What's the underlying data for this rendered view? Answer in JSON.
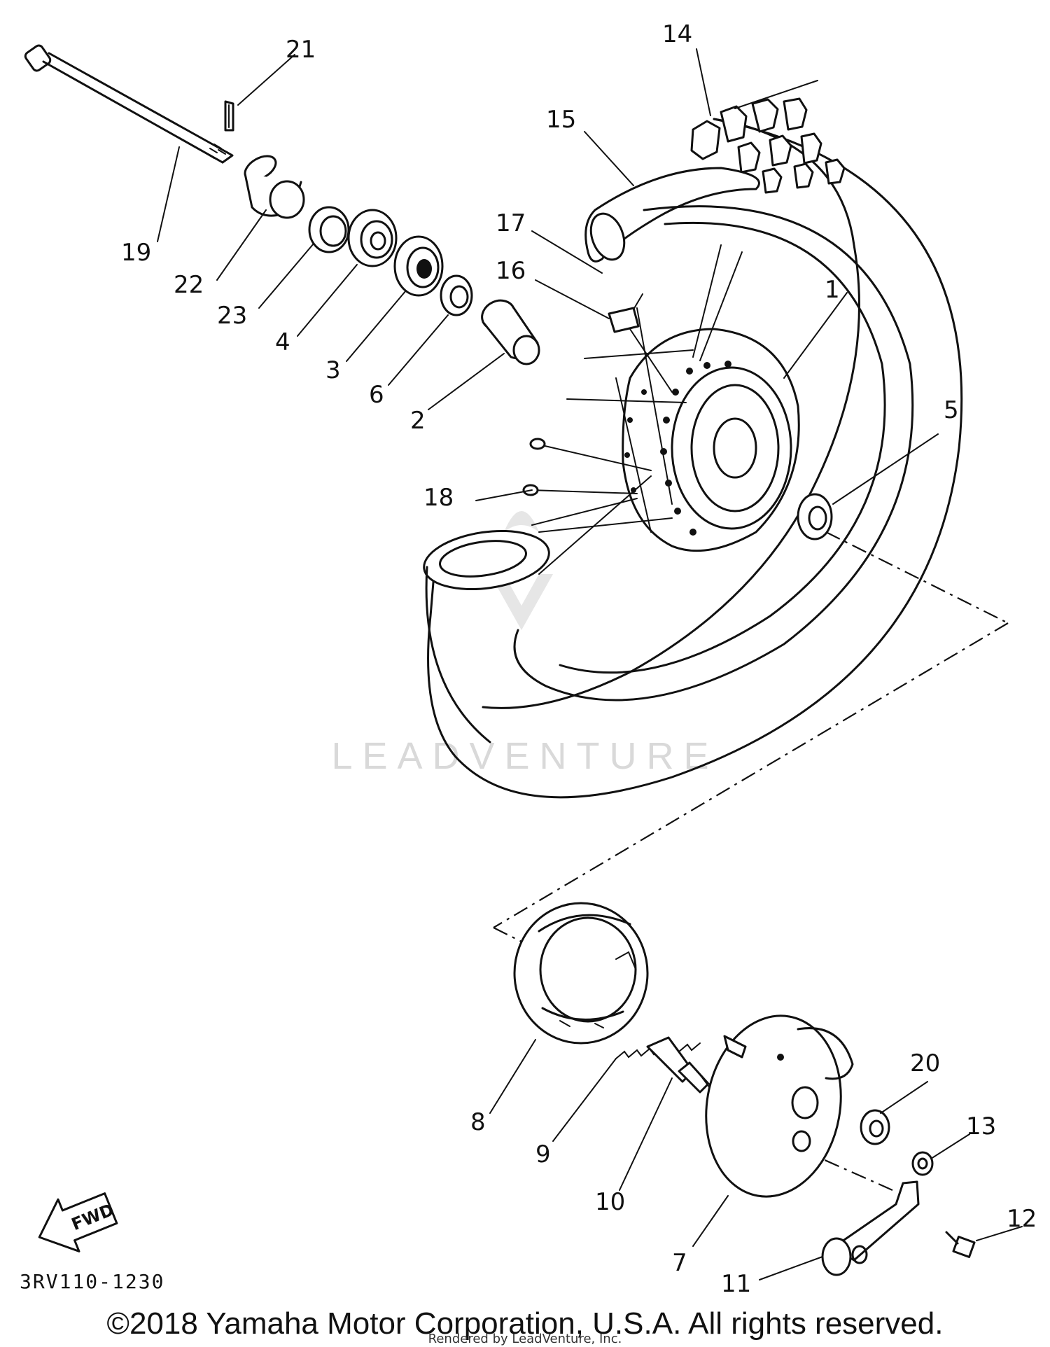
{
  "callouts": [
    {
      "num": "1"
    },
    {
      "num": "2"
    },
    {
      "num": "3"
    },
    {
      "num": "4"
    },
    {
      "num": "5"
    },
    {
      "num": "6"
    },
    {
      "num": "7"
    },
    {
      "num": "8"
    },
    {
      "num": "9"
    },
    {
      "num": "10"
    },
    {
      "num": "11"
    },
    {
      "num": "12"
    },
    {
      "num": "13"
    },
    {
      "num": "14"
    },
    {
      "num": "15"
    },
    {
      "num": "16"
    },
    {
      "num": "17"
    },
    {
      "num": "18"
    },
    {
      "num": "19"
    },
    {
      "num": "20"
    },
    {
      "num": "21"
    },
    {
      "num": "22"
    },
    {
      "num": "23"
    }
  ],
  "diagram_code": "3RV110-1230",
  "fwd_label": "FWD",
  "watermark_text": "LEADVENTURE",
  "copyright": "©2018 Yamaha Motor Corporation, U.S.A. All rights reserved.",
  "rendered_by": "Rendered by LeadVenture, Inc."
}
